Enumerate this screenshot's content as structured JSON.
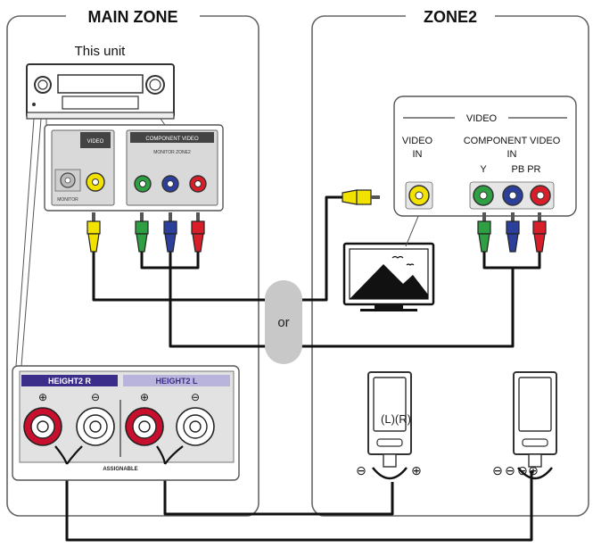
{
  "zones": {
    "main_title": "MAIN ZONE",
    "zone2_title": "ZONE2"
  },
  "unit": {
    "label": "This unit",
    "video_panel_label": "VIDEO",
    "component_panel_label": "COMPONENT VIDEO",
    "monitor_label": "MONITOR",
    "monitor_zone2_label": "MONITOR ZONE2",
    "assignable_label": "ASSIGNABLE"
  },
  "speaker_terminals": {
    "left_group_label": "HEIGHT2 R",
    "right_group_label": "HEIGHT2 L",
    "plus_symbol": "⊕",
    "minus_symbol": "⊖"
  },
  "tv_inputs": {
    "group_label": "VIDEO",
    "video_in_line1": "VIDEO",
    "video_in_line2": "IN",
    "component_line1": "COMPONENT VIDEO",
    "component_line2": "IN",
    "y_label": "Y",
    "pbpr_label": "PB PR"
  },
  "or_label": "or",
  "speakers_label": "(L)(R)",
  "colors": {
    "yellow": "#f2e200",
    "green": "#2ea043",
    "blue": "#2d3f9c",
    "red": "#d81e28",
    "line": "#111111",
    "panel_border": "#555555",
    "or_pill": "#c8c8c8"
  }
}
